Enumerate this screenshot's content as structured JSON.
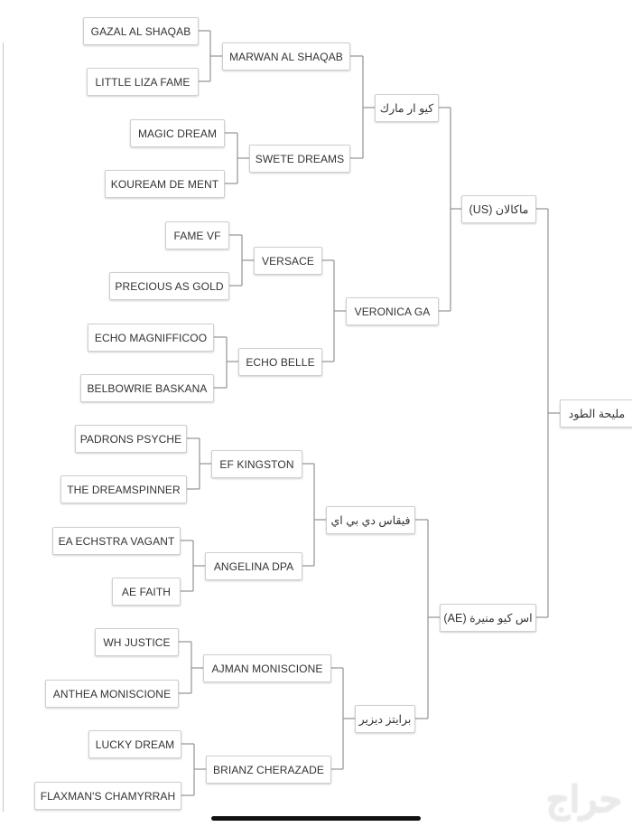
{
  "pedigree": {
    "horse": "مليحة الطود",
    "sire": "ماكالان (US)",
    "dam": "اس كيو منيرة (AE)",
    "sire_sire": "كيو ار مارك",
    "sire_dam": "VERONICA GA",
    "dam_sire": "فيقاس دي بي اي",
    "dam_dam": "برايتز ديزير",
    "gen3": [
      "MARWAN AL SHAQAB",
      "SWETE DREAMS",
      "VERSACE",
      "ECHO BELLE",
      "EF KINGSTON",
      "ANGELINA DPA",
      "AJMAN MONISCIONE",
      "BRIANZ CHERAZADE"
    ],
    "gen4": [
      "GAZAL AL SHAQAB",
      "LITTLE LIZA FAME",
      "MAGIC DREAM",
      "KOUREAM DE MENT",
      "FAME VF",
      "PRECIOUS AS GOLD",
      "ECHO MAGNIFFICOO",
      "BELBOWRIE BASKANA",
      "PADRONS PSYCHE",
      "THE DREAMSPINNER",
      "EA ECHSTRA VAGANT",
      "AE FAITH",
      "WH JUSTICE",
      "ANTHEA MONISCIONE",
      "LUCKY DREAM",
      "FLAXMAN'S CHAMYRRAH"
    ]
  },
  "watermark": "حراج",
  "colors": {
    "line": "#9a9a9a",
    "border": "#cfcfcf",
    "text": "#333333"
  }
}
